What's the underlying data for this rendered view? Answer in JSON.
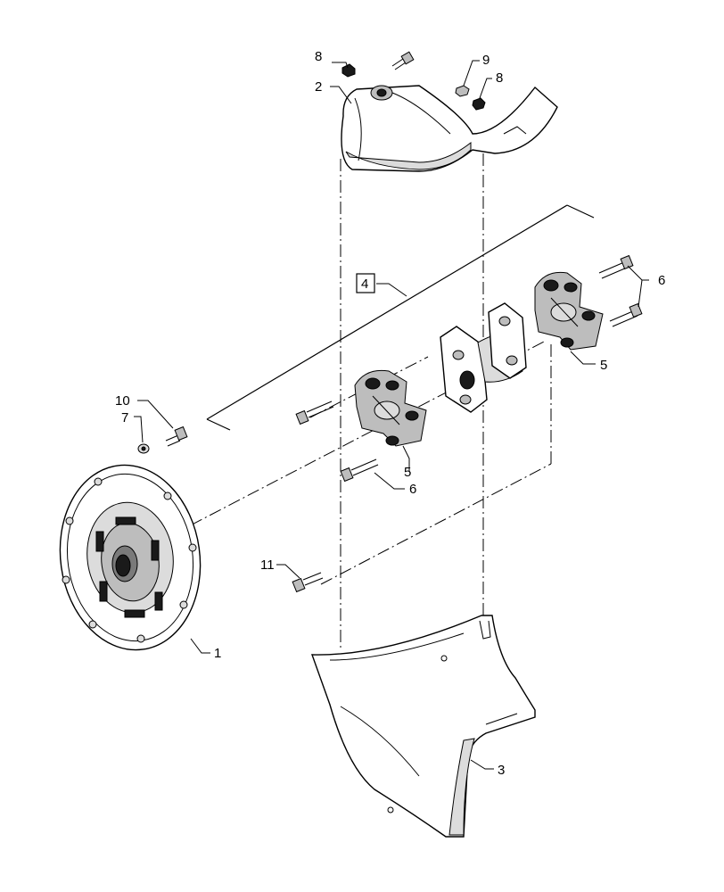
{
  "callouts": {
    "c1": "1",
    "c2": "2",
    "c3": "3",
    "c4": "4",
    "c5a": "5",
    "c5b": "5",
    "c6a": "6",
    "c6b": "6",
    "c7": "7",
    "c8a": "8",
    "c8b": "8",
    "c9": "9",
    "c10": "10",
    "c11": "11"
  },
  "parts": {
    "flex_plate": "flex-plate-icon",
    "upper_shield": "upper-shield-icon",
    "lower_shield": "lower-shield-icon",
    "coupling": "coupling-icon",
    "center_shaft": "center-shaft-icon",
    "bolt": "bolt-icon",
    "washer": "washer-icon"
  }
}
